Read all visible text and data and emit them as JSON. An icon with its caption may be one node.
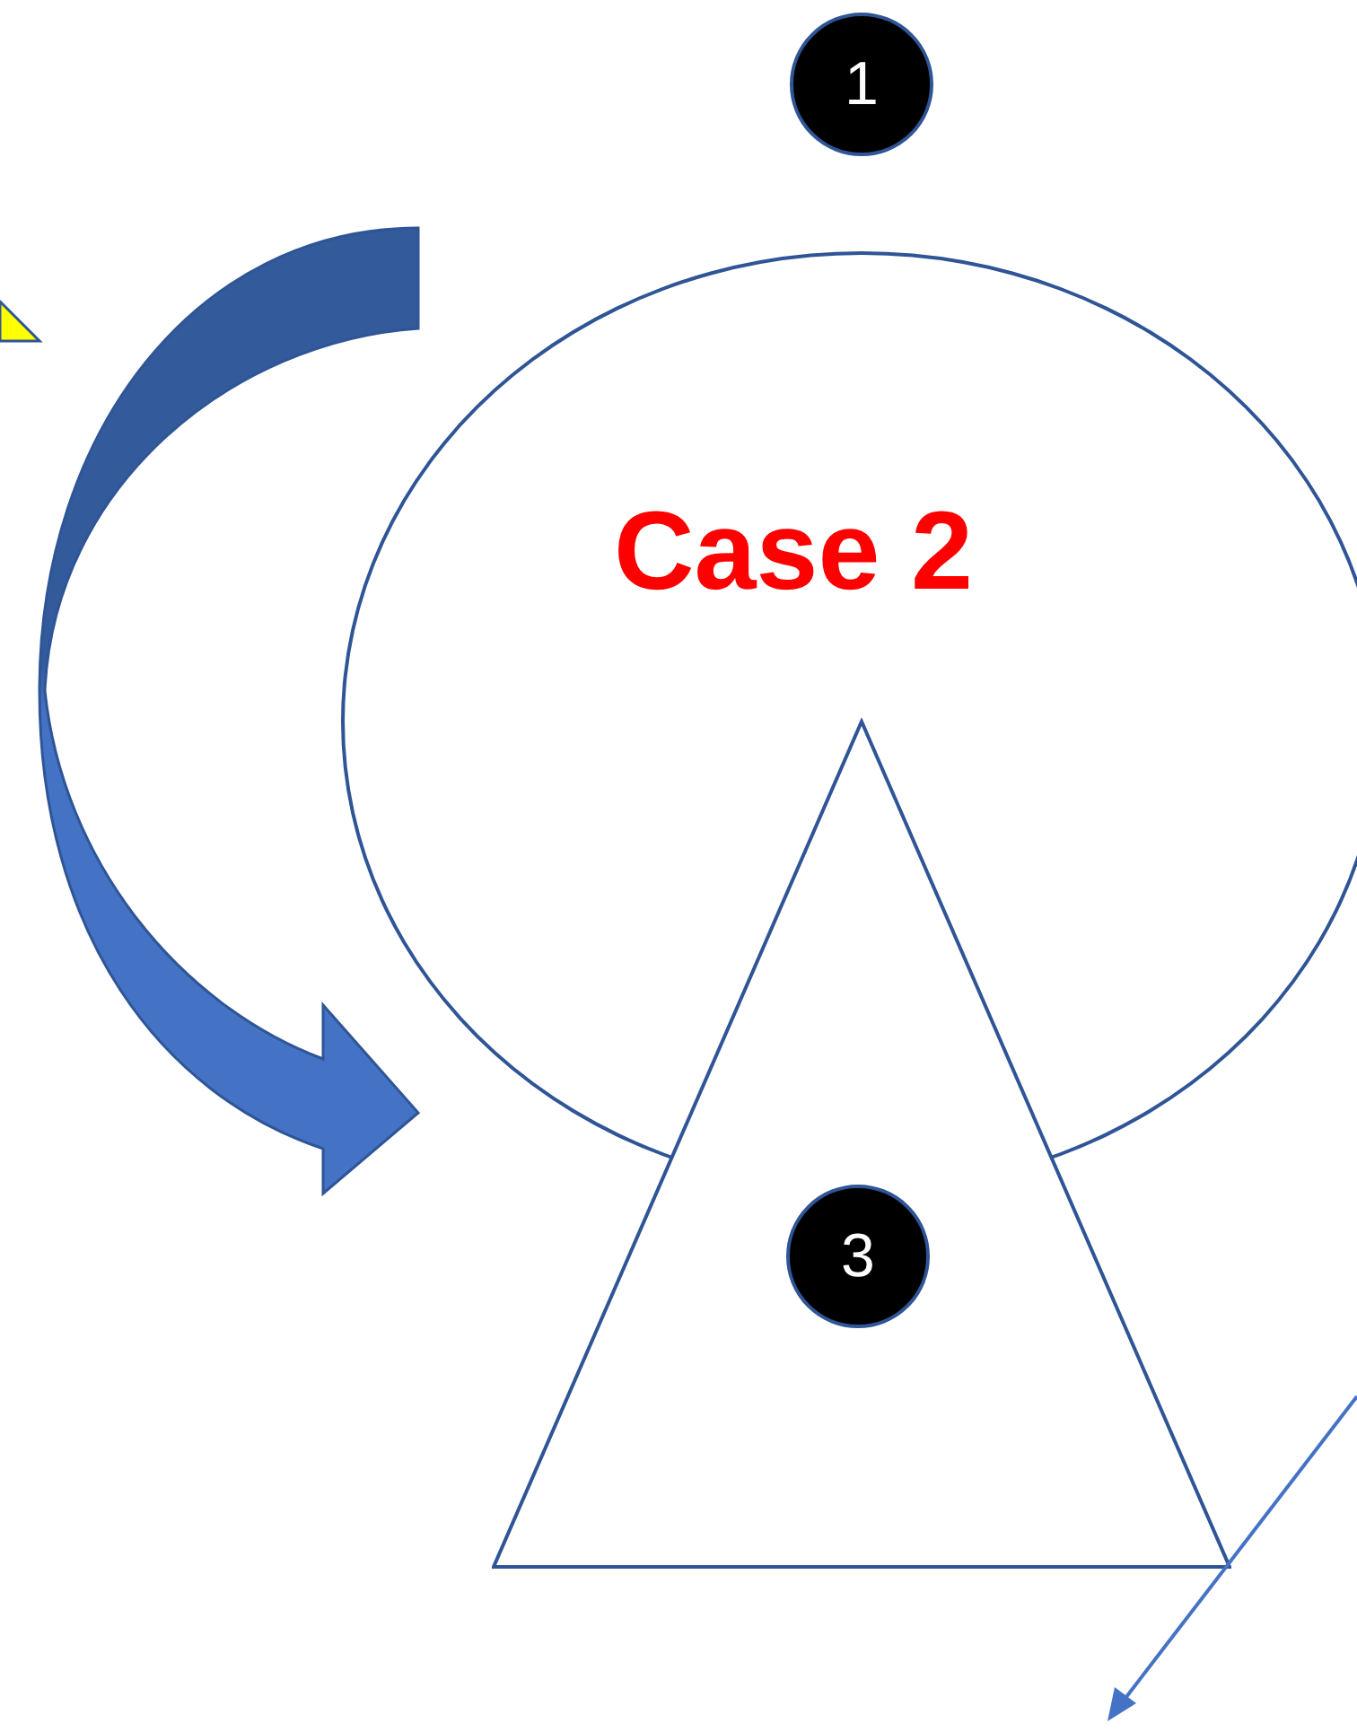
{
  "diagram": {
    "nodes": [
      {
        "text": [
          "1"
        ]
      },
      {
        "text": [
          "Case 2"
        ]
      },
      {
        "text": [],
        "shape": "triangle"
      },
      {
        "text": [
          "3"
        ],
        "in": 2
      }
    ],
    "edges": [
      {
        "from": null,
        "to": 1,
        "arrow": "to",
        "style": "thick"
      }
    ]
  }
}
